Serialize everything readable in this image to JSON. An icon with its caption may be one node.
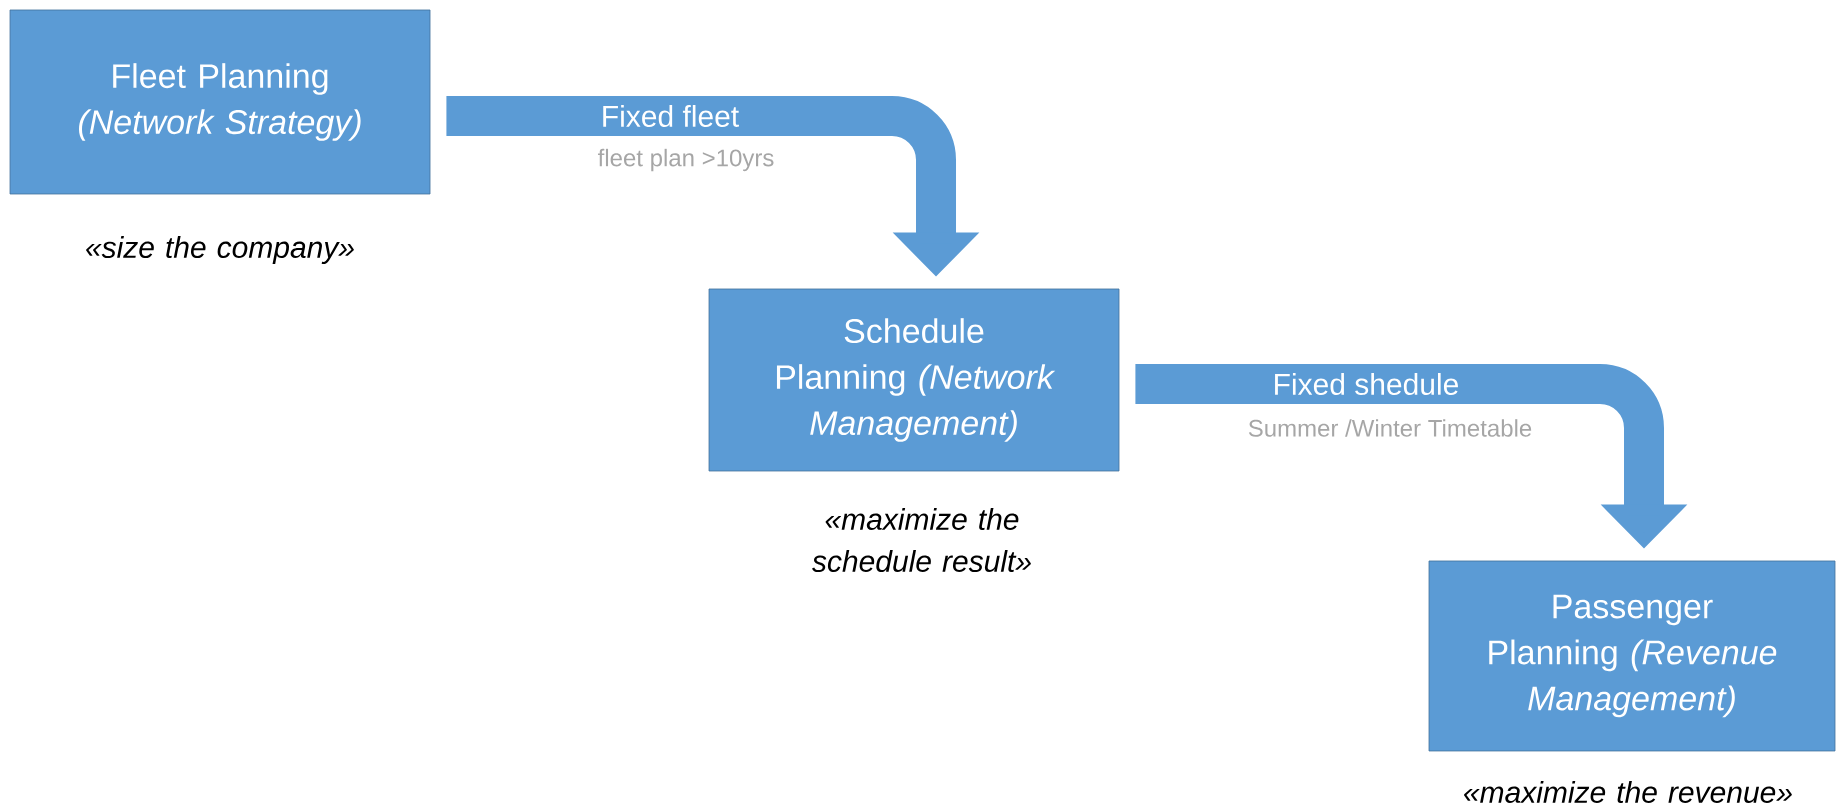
{
  "diagram": {
    "nodes": [
      {
        "text": [
          "Fleet Planning *(Network Strategy)*"
        ],
        "beside": [
          "«size the company»"
        ]
      },
      {
        "text": [
          "Schedule Planning *(Network Management)*"
        ],
        "beside": [
          "«maximize the schedule result»"
        ]
      },
      {
        "text": [
          "Passenger Planning *(Revenue Management)*"
        ],
        "beside": [
          "«maximize the revenue»"
        ]
      }
    ],
    "edges": [
      {
        "from": 0,
        "to": 1,
        "arrow": "to",
        "label": "Fixed fleet"
      },
      {
        "from": 1,
        "to": 2,
        "arrow": "to",
        "label": "Fixed shedule"
      }
    ],
    "labels": [
      "fleet plan >10yrs",
      "Summer /Winter Timetable"
    ]
  }
}
